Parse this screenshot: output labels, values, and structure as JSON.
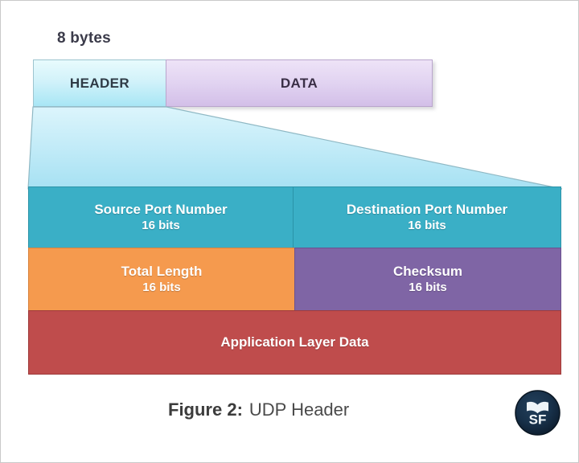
{
  "figure": {
    "size_label": "8 bytes",
    "caption_number": "Figure 2:",
    "caption_title": "UDP Header"
  },
  "packet": {
    "header_label": "HEADER",
    "data_label": "DATA"
  },
  "header_fields": [
    {
      "name": "Source Port Number",
      "bits": "16 bits",
      "color": "#3aafc6"
    },
    {
      "name": "Destination Port Number",
      "bits": "16 bits",
      "color": "#3aafc6"
    },
    {
      "name": "Total Length",
      "bits": "16 bits",
      "color": "#f59a4e"
    },
    {
      "name": "Checksum",
      "bits": "16 bits",
      "color": "#7f65a5"
    }
  ],
  "payload": {
    "name": "Application Layer Data",
    "color": "#bf4c4c"
  },
  "logo": {
    "text": "SF",
    "icon": "open-book-icon",
    "background": "#15293f"
  },
  "colors": {
    "header_block": "#d2f2fa",
    "data_block": "#e1d3f1",
    "funnel": "#b8e8f6",
    "teal": "#3aafc6",
    "orange": "#f59a4e",
    "purple": "#7f65a5",
    "red": "#bf4c4c",
    "page_background": "#ffffff"
  }
}
